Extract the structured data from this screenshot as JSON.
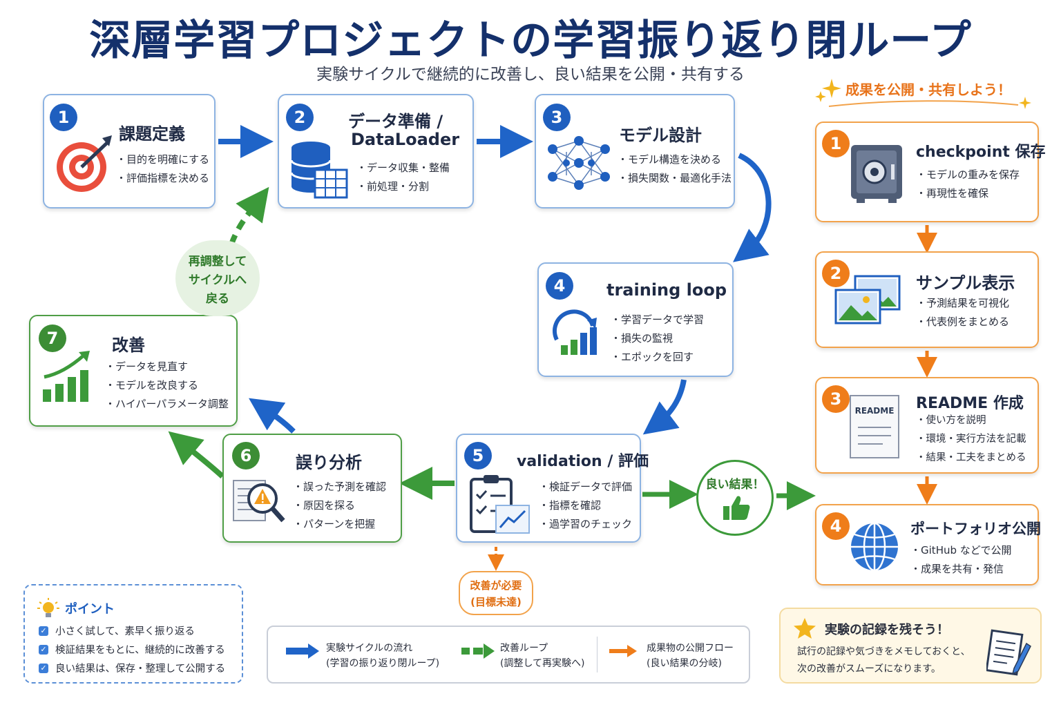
{
  "title": "深層学習プロジェクトの学習振り返り閉ループ",
  "subtitle": "実験サイクルで継続的に改善し、良い結果を公開・共有する",
  "cycle_steps": [
    {
      "num": "1",
      "title": "課題定義",
      "items": [
        "目的を明確にする",
        "評価指標を決める"
      ]
    },
    {
      "num": "2",
      "title": "データ準備 /",
      "title2": "DataLoader",
      "items": [
        "データ収集・整備",
        "前処理・分割"
      ]
    },
    {
      "num": "3",
      "title": "モデル設計",
      "items": [
        "モデル構造を決める",
        "損失関数・最適化手法"
      ]
    },
    {
      "num": "4",
      "title": "training loop",
      "items": [
        "学習データで学習",
        "損失の監視",
        "エポックを回す"
      ]
    },
    {
      "num": "5",
      "title": "validation / 評価",
      "items": [
        "検証データで評価",
        "指標を確認",
        "過学習のチェック"
      ]
    },
    {
      "num": "6",
      "title": "誤り分析",
      "items": [
        "誤った予測を確認",
        "原因を探る",
        "パターンを把握"
      ]
    },
    {
      "num": "7",
      "title": "改善",
      "items": [
        "データを見直す",
        "モデルを改良する",
        "ハイパーパラメータ調整"
      ]
    }
  ],
  "loop_label": [
    "再調整して",
    "サイクルへ",
    "戻る"
  ],
  "good_result_label": "良い結果！",
  "needs_improvement": [
    "改善が必要",
    "(目標未達)"
  ],
  "publish_header": "成果を公開・共有しよう！",
  "publish_steps": [
    {
      "num": "1",
      "title": "checkpoint 保存",
      "items": [
        "モデルの重みを保存",
        "再現性を確保"
      ]
    },
    {
      "num": "2",
      "title": "サンプル表示",
      "items": [
        "予測結果を可視化",
        "代表例をまとめる"
      ]
    },
    {
      "num": "3",
      "title": "README 作成",
      "items": [
        "使い方を説明",
        "環境・実行方法を記載",
        "結果・工夫をまとめる"
      ],
      "doc_label": "README"
    },
    {
      "num": "4",
      "title": "ポートフォリオ公開",
      "items": [
        "GitHub などで公開",
        "成果を共有・発信"
      ]
    }
  ],
  "points": {
    "title": "ポイント",
    "items": [
      "小さく試して、素早く振り返る",
      "検証結果をもとに、継続的に改善する",
      "良い結果は、保存・整理して公開する"
    ]
  },
  "legend": [
    {
      "line1": "実験サイクルの流れ",
      "line2": "(学習の振り返り閉ループ)",
      "color": "#1f64c8"
    },
    {
      "line1": "改善ループ",
      "line2": "(調整して再実験へ)",
      "color": "#3c9a3a"
    },
    {
      "line1": "成果物の公開フロー",
      "line2": "(良い結果の分岐)",
      "color": "#ef7d1a"
    }
  ],
  "note": {
    "title": "実験の記録を残そう！",
    "lines": [
      "試行の記録や気づきをメモしておくと、",
      "次の改善がスムーズになります。"
    ]
  }
}
